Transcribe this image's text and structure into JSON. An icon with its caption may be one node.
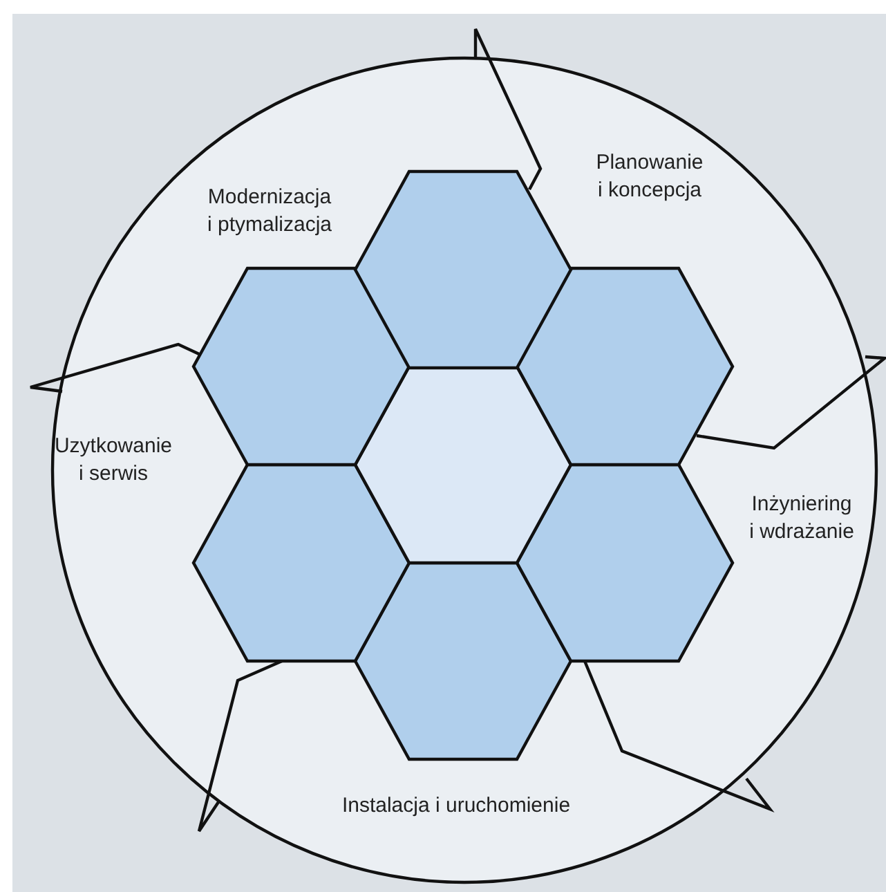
{
  "diagram": {
    "nodes": [
      {
        "text": [
          "Modernizacja i ptymalizacja"
        ]
      },
      {
        "text": [
          "Planowanie i koncepcja"
        ]
      },
      {
        "text": [
          "Uzytkowanie i serwis"
        ]
      },
      {
        "text": [
          "Inżyniering i wdrażanie"
        ]
      },
      {
        "text": [
          "Instalacja i uruchomienie"
        ]
      },
      {
        "text": [],
        "shape": "hexagon"
      },
      {
        "text": [],
        "shape": "hexagon"
      },
      {
        "text": [],
        "shape": "hexagon"
      },
      {
        "text": [],
        "shape": "hexagon"
      },
      {
        "text": [],
        "shape": "hexagon"
      },
      {
        "text": [],
        "shape": "hexagon"
      },
      {
        "text": [],
        "shape": "hexagon"
      }
    ]
  }
}
